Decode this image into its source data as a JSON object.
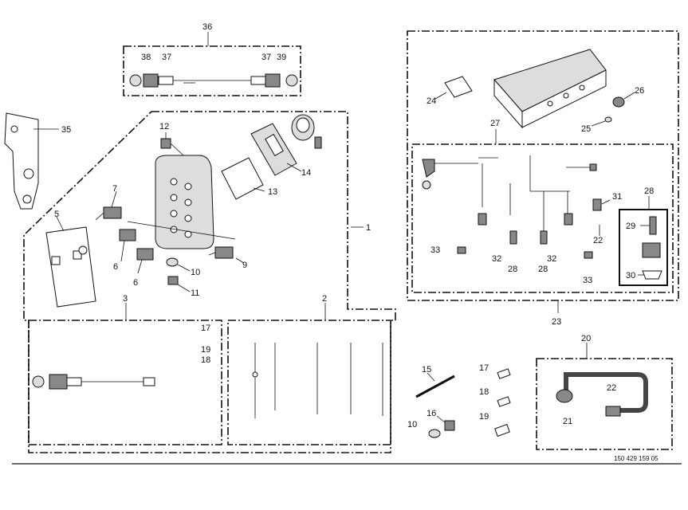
{
  "callouts": {
    "c1": "1",
    "c2": "2",
    "c3": "3",
    "c5": "5",
    "c6a": "6",
    "c6b": "6",
    "c7": "7",
    "c9": "9",
    "c10a": "10",
    "c10b": "10",
    "c11": "11",
    "c12": "12",
    "c13": "13",
    "c14": "14",
    "c15": "15",
    "c16": "16",
    "c17a": "17",
    "c17b": "17",
    "c18a": "18",
    "c18b": "18",
    "c19a": "19",
    "c19b": "19",
    "c20": "20",
    "c21": "21",
    "c22a": "22",
    "c22b": "22",
    "c23": "23",
    "c24": "24",
    "c25": "25",
    "c26": "26",
    "c27": "27",
    "c28a": "28",
    "c28b": "28",
    "c28c": "28",
    "c29": "29",
    "c30": "30",
    "c31": "31",
    "c32a": "32",
    "c32b": "32",
    "c33a": "33",
    "c33b": "33",
    "c35": "35",
    "c36": "36",
    "c37a": "37",
    "c37b": "37",
    "c38": "38",
    "c39": "39"
  },
  "doc_number": "150 429 159 05"
}
